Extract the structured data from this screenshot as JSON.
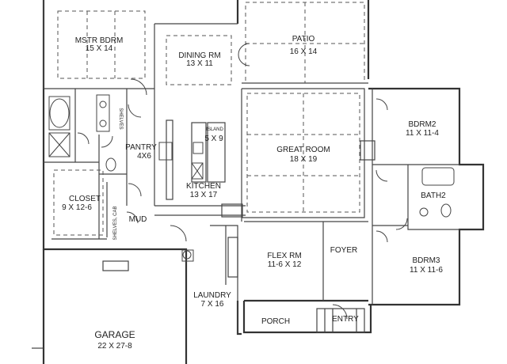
{
  "rooms": [
    {
      "key": "mstr",
      "name": "MSTR BDRM",
      "dims": "15 X 14"
    },
    {
      "key": "dining",
      "name": "DINING RM",
      "dims": "13 X 11"
    },
    {
      "key": "patio",
      "name": "PATIO",
      "dims": "16 X 14"
    },
    {
      "key": "bdrm2",
      "name": "BDRM2",
      "dims": "11 X 11-4"
    },
    {
      "key": "great",
      "name": "GREAT ROOM",
      "dims": "18 X 19"
    },
    {
      "key": "pantry",
      "name": "PANTRY",
      "dims": "4X6"
    },
    {
      "key": "island",
      "name": "ISLAND",
      "dims": "5 X 9"
    },
    {
      "key": "kitchen",
      "name": "KITCHEN",
      "dims": "13 X 17"
    },
    {
      "key": "closet",
      "name": "CLOSET",
      "dims": "9 X 12-6"
    },
    {
      "key": "bath2",
      "name": "BATH2",
      "dims": ""
    },
    {
      "key": "flex",
      "name": "FLEX RM",
      "dims": "11-6 X 12"
    },
    {
      "key": "foyer",
      "name": "FOYER",
      "dims": ""
    },
    {
      "key": "bdrm3",
      "name": "BDRM3",
      "dims": "11 X 11-6"
    },
    {
      "key": "laundry",
      "name": "LAUNDRY",
      "dims": "7 X 16"
    },
    {
      "key": "garage",
      "name": "GARAGE",
      "dims": "22 X 27-8"
    }
  ],
  "labels": {
    "mud": "MUD",
    "porch": "PORCH",
    "entry": "ENTRY",
    "shelves": "SHELVES",
    "shelves_lower": "SHELVES, CAB"
  }
}
